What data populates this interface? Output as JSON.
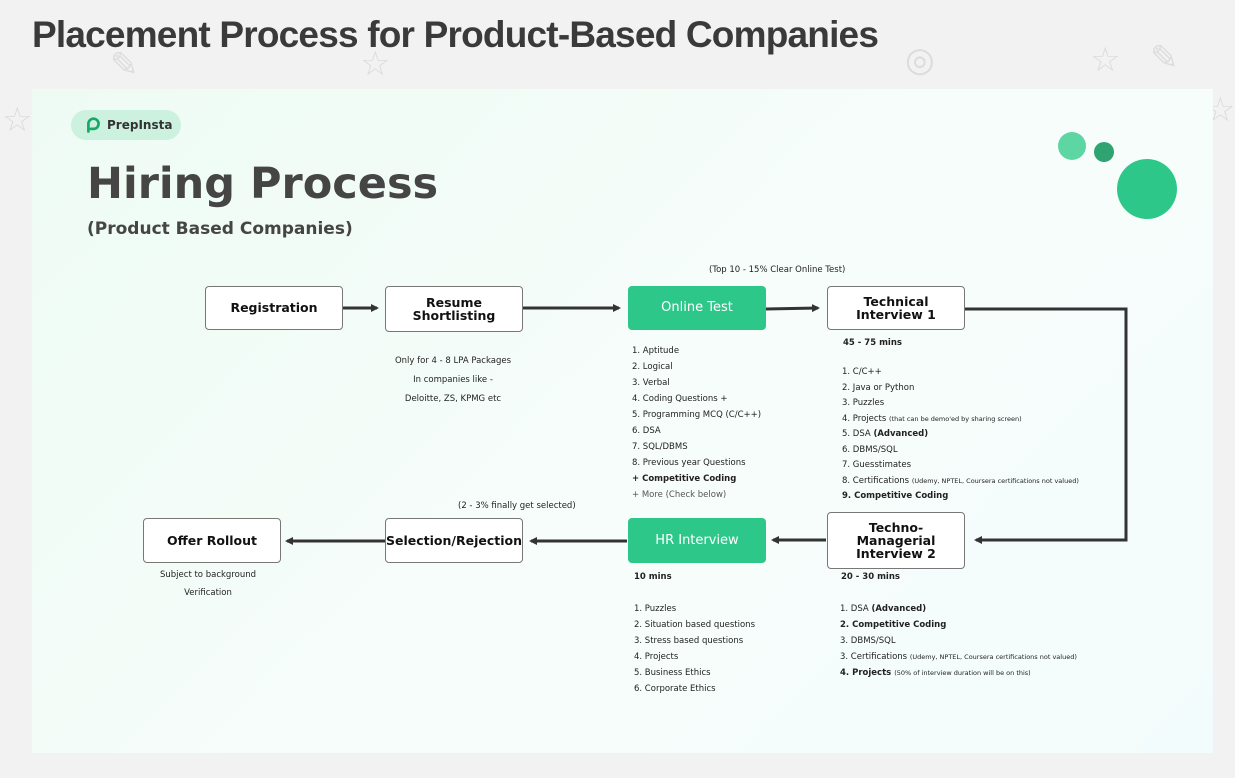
{
  "page_title": "Placement Process for Product-Based Companies",
  "brand": "PrepInsta",
  "hero": {
    "title": "Hiring Process",
    "subtitle": "(Product Based Companies)"
  },
  "colors": {
    "accent": "#2ec78a",
    "dot_light": "#5ed6a4",
    "dot_dark": "#2fa472",
    "card_bg": "#eefbf4"
  },
  "icons": [
    "prepinsta-logo-icon",
    "arrow-right-icon",
    "arrow-left-icon",
    "arrow-down-icon"
  ],
  "stages": {
    "registration": "Registration",
    "resume": "Resume Shortlisting",
    "online_test": "Online Test",
    "technical": "Technical Interview 1",
    "techno_managerial": "Techno-Managerial Interview 2",
    "hr": "HR Interview",
    "selection": "Selection/Rejection",
    "offer": "Offer Rollout"
  },
  "notes": {
    "online_test_top": "(Top 10 - 15% Clear Online Test)",
    "resume_lines": [
      "Only for 4 - 8 LPA Packages",
      "In companies like -",
      "Deloitte, ZS, KPMG etc"
    ],
    "selection_top": "(2 - 3% finally get selected)",
    "offer_lines": [
      "Subject to background",
      "Verification"
    ],
    "technical_duration": "45 - 75 mins",
    "hr_duration": "10 mins",
    "techno_duration": "20 - 30 mins"
  },
  "online_test_items": [
    "1. Aptitude",
    "2. Logical",
    "3. Verbal",
    "4. Coding Questions +",
    "5. Programming MCQ (C/C++)",
    "6. DSA",
    "7. SQL/DBMS",
    "8. Previous year Questions",
    "+ Competitive Coding",
    "+ More (Check below)"
  ],
  "technical_items": [
    {
      "text": "1. C/C++"
    },
    {
      "text": "2. Java or Python"
    },
    {
      "text": "3. Puzzles"
    },
    {
      "text": "4. Projects",
      "small": "(that can be demo'ed by sharing screen)"
    },
    {
      "text": "5. DSA",
      "bold_part": "(Advanced)"
    },
    {
      "text": "6. DBMS/SQL"
    },
    {
      "text": "7. Guesstimates"
    },
    {
      "text": "8. Certifications",
      "small": "(Udemy, NPTEL, Coursera certifications not valued)"
    },
    {
      "text": "9. Competitive Coding"
    }
  ],
  "hr_items": [
    "1. Puzzles",
    "2. Situation based questions",
    "3. Stress based questions",
    "4. Projects",
    "5. Business Ethics",
    "6. Corporate Ethics"
  ],
  "techno_items": [
    {
      "text": "1. DSA",
      "bold_part": "(Advanced)"
    },
    {
      "text": "2. Competitive Coding"
    },
    {
      "text": "3. DBMS/SQL"
    },
    {
      "text": "3. Certifications",
      "small": "(Udemy, NPTEL, Coursera certifications not valued)"
    },
    {
      "text": "4. Projects",
      "small": "(50% of interview duration will be on this)"
    }
  ]
}
